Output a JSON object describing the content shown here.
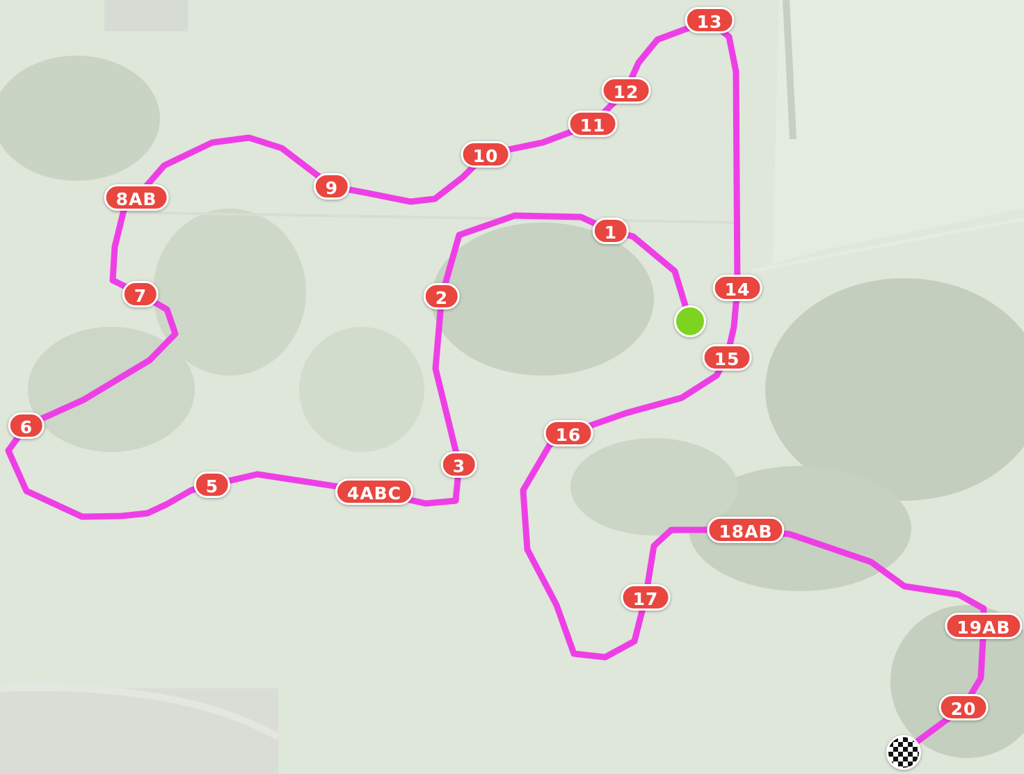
{
  "map": {
    "route_color": "#ee3fe6",
    "marker_color": "#e8463f",
    "start_color": "#7ed321",
    "markers": [
      {
        "label": "1"
      },
      {
        "label": "2"
      },
      {
        "label": "3"
      },
      {
        "label": "4ABC"
      },
      {
        "label": "5"
      },
      {
        "label": "6"
      },
      {
        "label": "7"
      },
      {
        "label": "8AB"
      },
      {
        "label": "9"
      },
      {
        "label": "10"
      },
      {
        "label": "11"
      },
      {
        "label": "12"
      },
      {
        "label": "13"
      },
      {
        "label": "14"
      },
      {
        "label": "15"
      },
      {
        "label": "16"
      },
      {
        "label": "17"
      },
      {
        "label": "18AB"
      },
      {
        "label": "19AB"
      },
      {
        "label": "20"
      }
    ],
    "start": {
      "icon": "start-circle-icon"
    },
    "finish": {
      "icon": "checkered-flag-icon"
    }
  }
}
